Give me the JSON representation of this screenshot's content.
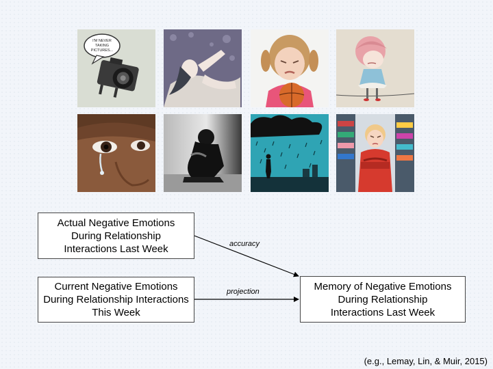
{
  "photos": [
    {
      "name": "photo-cartoon-camera",
      "bubble": "I'M NEVER\nTAKING\nPICTURES..."
    },
    {
      "name": "photo-woman-illustration"
    },
    {
      "name": "photo-pouting-girl-basketball"
    },
    {
      "name": "photo-sad-cartoon-girl"
    },
    {
      "name": "photo-crying-eye"
    },
    {
      "name": "photo-sitting-woman-bw"
    },
    {
      "name": "photo-rain-cloud-person"
    },
    {
      "name": "photo-angry-boy-store"
    }
  ],
  "boxes": {
    "actual": "Actual Negative Emotions During Relationship Interactions Last Week",
    "current": "Current Negative Emotions During Relationship Interactions This Week",
    "memory": "Memory of Negative Emotions During Relationship Interactions Last Week"
  },
  "labels": {
    "accuracy": "accuracy",
    "projection": "projection"
  },
  "citation": "(e.g., Lemay, Lin, & Muir, 2015)"
}
